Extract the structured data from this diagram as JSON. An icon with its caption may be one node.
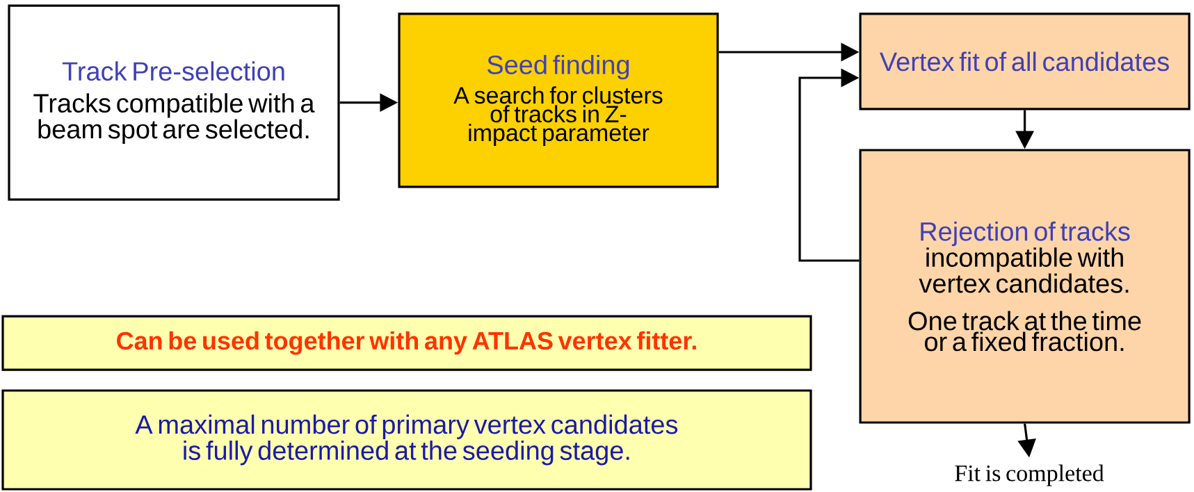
{
  "diagram": {
    "nodes": [
      {
        "text": [
          "Track Pre-selection",
          "Tracks compatible with a beam spot are selected."
        ]
      },
      {
        "text": [
          "Seed finding",
          "A search for clusters of tracks in Z-impact parameter"
        ]
      },
      {
        "text": [
          "Vertex fit of all candidates"
        ]
      },
      {
        "text": [
          "Rejection of tracks",
          "incompatible with vertex candidates.",
          "One track at the time or a fixed fraction."
        ]
      },
      {
        "text": [
          "Fit is completed"
        ]
      },
      {
        "text": [
          "Can be used together with any ATLAS vertex fitter."
        ]
      },
      {
        "text": [
          "A maximal number of primary vertex candidates is fully determined at the seeding stage."
        ]
      }
    ],
    "edges": [
      {
        "from": 0,
        "to": 1,
        "arrow": "to"
      },
      {
        "from": 1,
        "to": 2,
        "arrow": "to"
      },
      {
        "from": 2,
        "to": 3,
        "arrow": "to"
      },
      {
        "from": 3,
        "to": 2,
        "arrow": "to"
      },
      {
        "from": 3,
        "to": 4,
        "arrow": "to"
      }
    ]
  }
}
